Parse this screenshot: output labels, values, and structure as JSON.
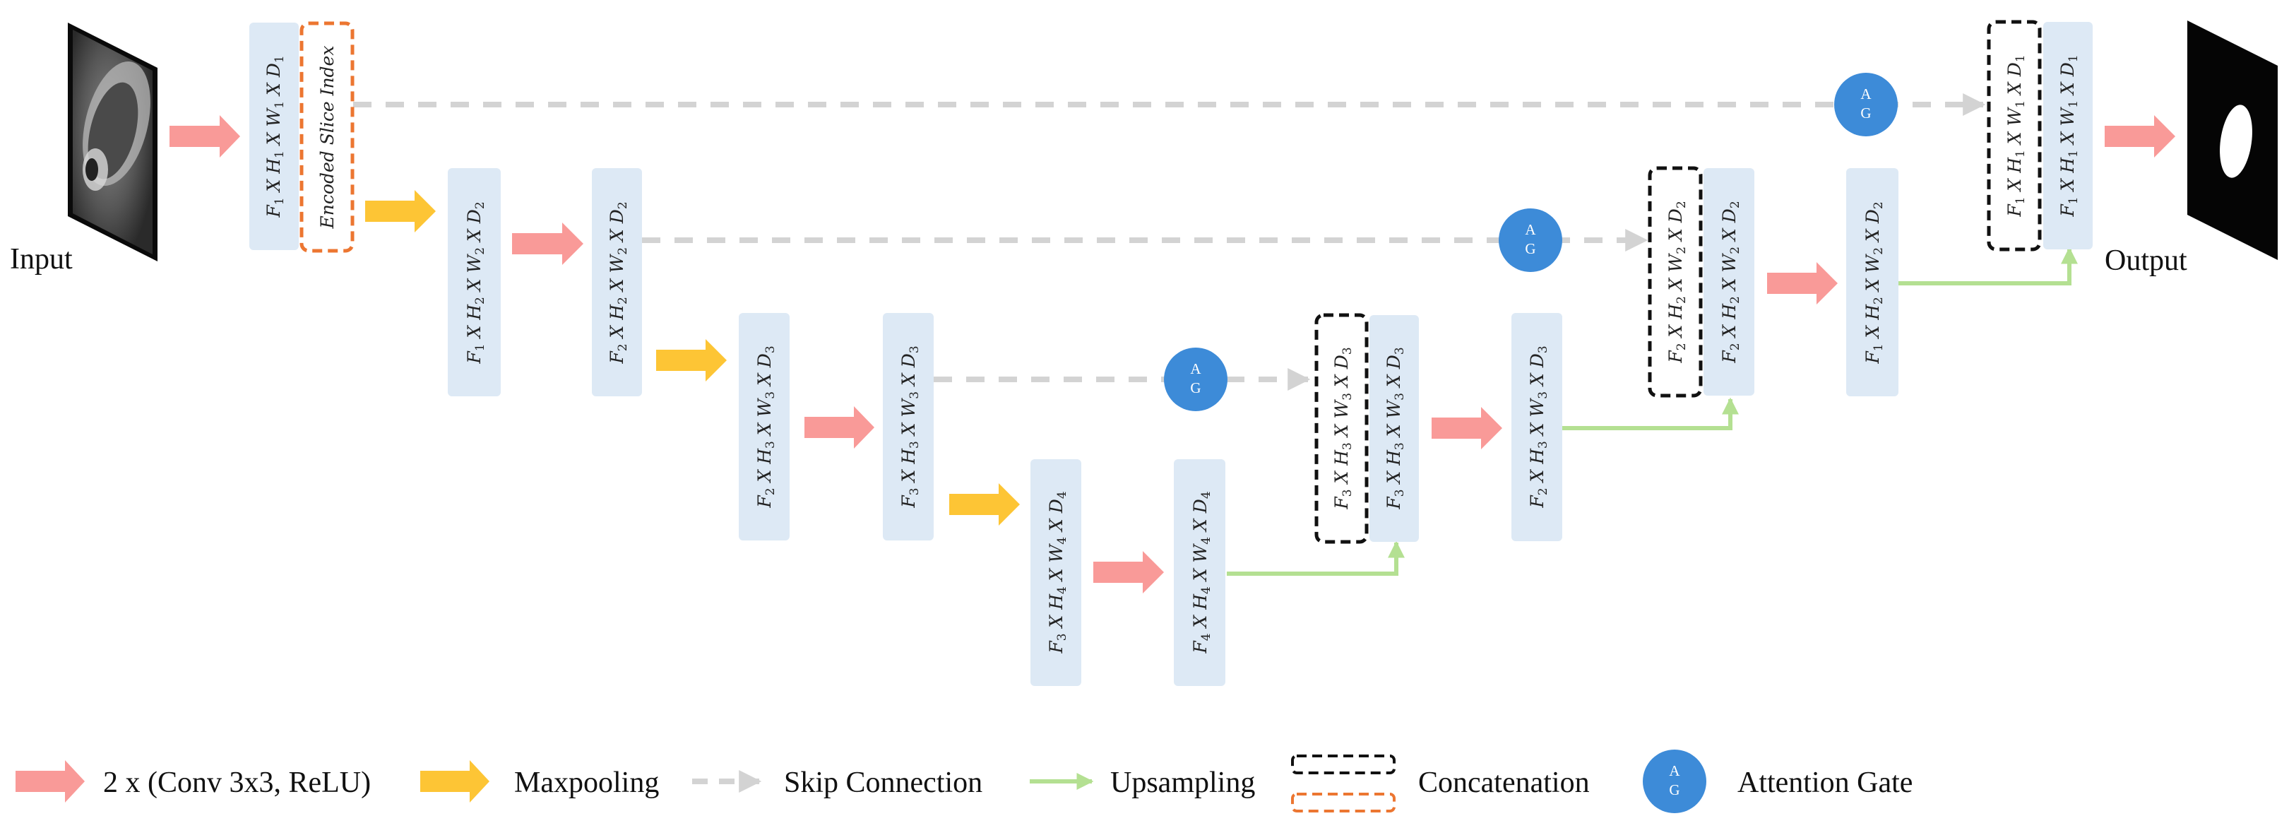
{
  "labels": {
    "input": "Input",
    "output": "Output",
    "ag_top": "A",
    "ag_bottom": "G"
  },
  "blocks": {
    "enc1": [
      "F",
      "1",
      " X H",
      "1",
      " X W",
      "1",
      " X D",
      "1"
    ],
    "slice": [
      "Encoded Slice Index"
    ],
    "enc2a": [
      "F",
      "1",
      " X H",
      "2",
      " X W",
      "2",
      " X D",
      "2"
    ],
    "enc2b": [
      "F",
      "2",
      " X H",
      "2",
      " X W",
      "2",
      " X D",
      "2"
    ],
    "enc3a": [
      "F",
      "2",
      " X H",
      "3",
      " X W",
      "3",
      " X D",
      "3"
    ],
    "enc3b": [
      "F",
      "3",
      " X H",
      "3",
      " X W",
      "3",
      " X D",
      "3"
    ],
    "bot_a": [
      "F",
      "3",
      " X H",
      "4",
      " X W",
      "4",
      " X D",
      "4"
    ],
    "bot_b": [
      "F",
      "4",
      " X H",
      "4",
      " X W",
      "4",
      " X D",
      "4"
    ],
    "dec3_cat": [
      "F",
      "3",
      " X H",
      "3",
      " X W",
      "3",
      " X D",
      "3"
    ],
    "dec3_up": [
      "F",
      "3",
      " X H",
      "3",
      " X W",
      "3",
      " X D",
      "3"
    ],
    "dec3_conv": [
      "F",
      "2",
      " X H",
      "3",
      " X W",
      "3",
      " X D",
      "3"
    ],
    "dec2_cat": [
      "F",
      "2",
      " X H",
      "2",
      " X W",
      "2",
      " X D",
      "2"
    ],
    "dec2_up": [
      "F",
      "2",
      " X H",
      "2",
      " X W",
      "2",
      " X D",
      "2"
    ],
    "dec2_conv": [
      "F",
      "1",
      " X H",
      "2",
      " X W",
      "2",
      " X D",
      "2"
    ],
    "dec1_cat": [
      "F",
      "1",
      " X H",
      "1",
      " X W",
      "1",
      " X D",
      "1"
    ],
    "dec1_up": [
      "F",
      "1",
      " X H",
      "1",
      " X W",
      "1",
      " X D",
      "1"
    ]
  },
  "legend": {
    "conv": "2 x (Conv 3x3, ReLU)",
    "maxpool": "Maxpooling",
    "skip": "Skip Connection",
    "upsample": "Upsampling",
    "concat": "Concatenation",
    "attention": "Attention Gate"
  },
  "colors": {
    "block_fill": "#dde9f5",
    "conv_arrow": "#f99a98",
    "pool_arrow": "#fdc535",
    "skip_line": "#d3d3d3",
    "upsample_line": "#b4e092",
    "concat_border": "#111111",
    "slice_border": "#ec7631",
    "ag_fill": "#3d8bd8"
  }
}
